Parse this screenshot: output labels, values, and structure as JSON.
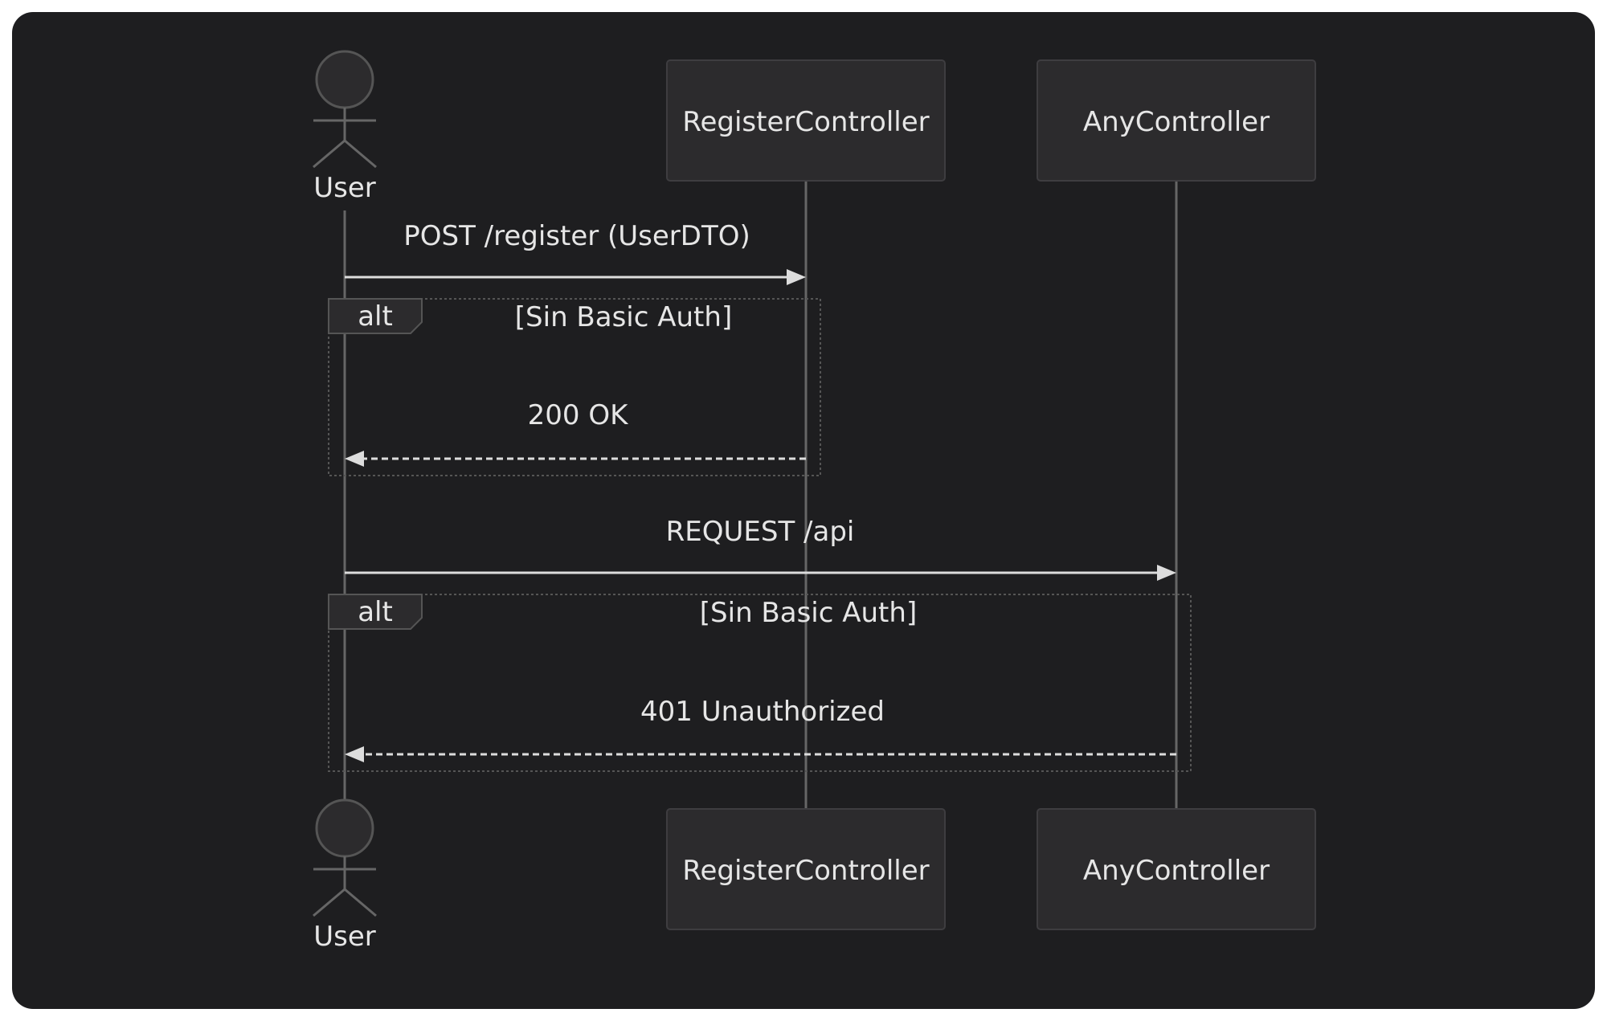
{
  "participants": {
    "user": "User",
    "register": "RegisterController",
    "any": "AnyController"
  },
  "messages": [
    {
      "from": "User",
      "to": "RegisterController",
      "text": "POST /register (UserDTO)",
      "style": "solid"
    },
    {
      "from": "RegisterController",
      "to": "User",
      "text": "200 OK",
      "style": "dashed"
    },
    {
      "from": "User",
      "to": "AnyController",
      "text": "REQUEST /api",
      "style": "solid"
    },
    {
      "from": "AnyController",
      "to": "User",
      "text": "401 Unauthorized",
      "style": "dashed"
    }
  ],
  "fragments": [
    {
      "kind": "alt",
      "condition": "[Sin Basic Auth]"
    },
    {
      "kind": "alt",
      "condition": "[Sin Basic Auth]"
    }
  ],
  "colors": {
    "background": "#1e1e20",
    "box_fill": "#2c2b2d",
    "line": "#dddddd",
    "text": "#e6e6e6"
  }
}
